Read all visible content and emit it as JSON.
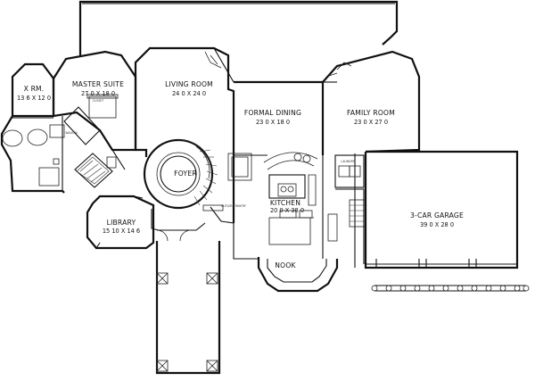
{
  "rooms": {
    "x_rm": {
      "name": "X RM.",
      "dim": "13 6 X 12 0"
    },
    "master_suite": {
      "name": "MASTER SUITE",
      "dim": "27 0 X 18 0"
    },
    "living_room": {
      "name": "LIVING ROOM",
      "dim": "24 0 X 24 0"
    },
    "formal_dining": {
      "name": "FORMAL DINING",
      "dim": "23 0 X 18 0"
    },
    "family_room": {
      "name": "FAMILY ROOM",
      "dim": "23 0 X 27 0"
    },
    "foyer": {
      "name": "FOYER"
    },
    "kitchen": {
      "name": "KITCHEN",
      "dim": "20 0 X 38 0"
    },
    "library": {
      "name": "LIBRARY",
      "dim": "15 10 X 14 6"
    },
    "nook": {
      "name": "NOOK"
    },
    "garage": {
      "name": "3-CAR GARAGE",
      "dim": "39 0 X 28 0"
    }
  },
  "notes": {
    "kitchen_door": "BUTLERS PANTRY",
    "closet": "CLOSET",
    "walk_in": "WALK-IN",
    "laundry": "LAUNDRY"
  }
}
